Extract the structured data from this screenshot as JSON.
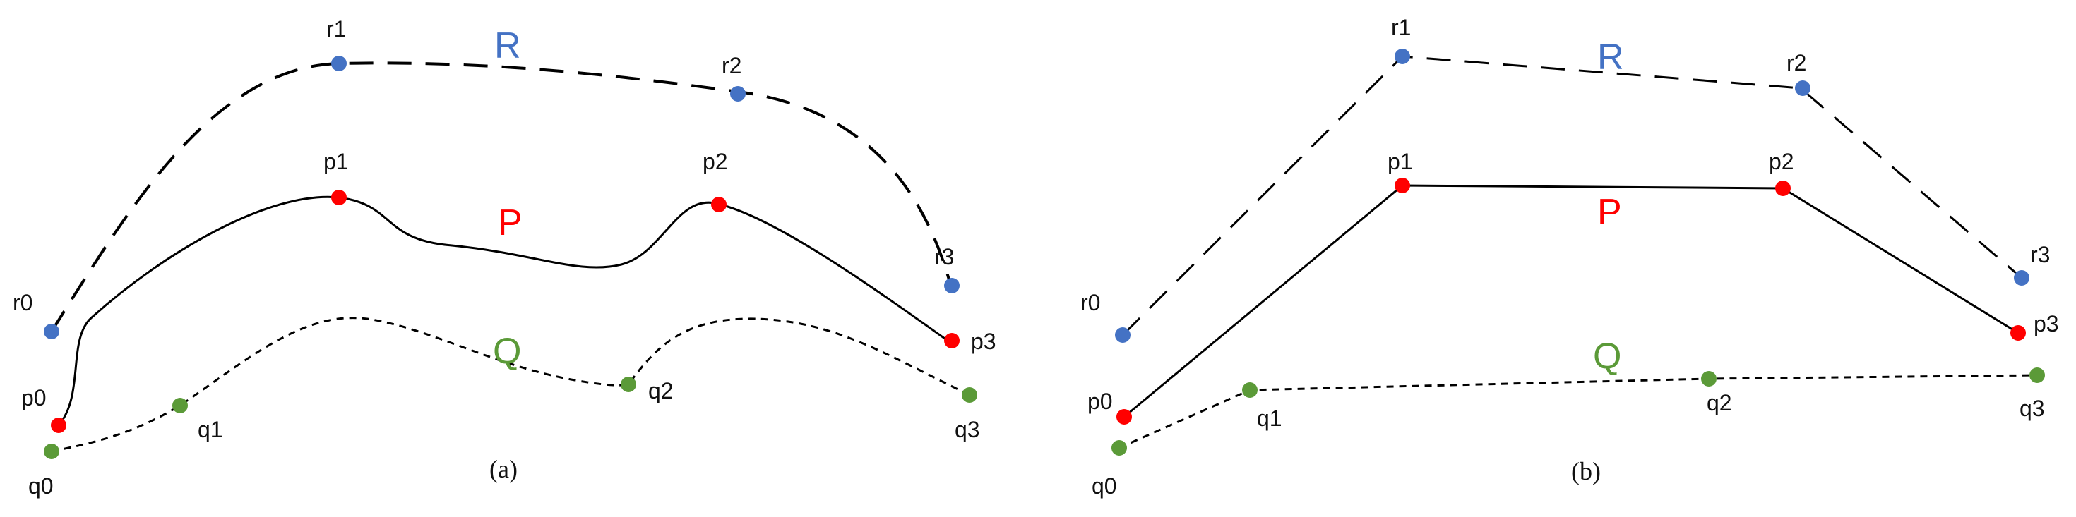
{
  "colors": {
    "r": "#4472c4",
    "p": "#ff0000",
    "q": "#5b9a38",
    "line": "#000000"
  },
  "panels": [
    {
      "id": "a",
      "caption": "(a)",
      "curve_labels": {
        "R": "R",
        "P": "P",
        "Q": "Q"
      },
      "points": {
        "r": [
          "r0",
          "r1",
          "r2",
          "r3"
        ],
        "p": [
          "p0",
          "p1",
          "p2",
          "p3"
        ],
        "q": [
          "q0",
          "q1",
          "q2",
          "q3"
        ]
      }
    },
    {
      "id": "b",
      "caption": "(b)",
      "curve_labels": {
        "R": "R",
        "P": "P",
        "Q": "Q"
      },
      "points": {
        "r": [
          "r0",
          "r1",
          "r2",
          "r3"
        ],
        "p": [
          "p0",
          "p1",
          "p2",
          "p3"
        ],
        "q": [
          "q0",
          "q1",
          "q2",
          "q3"
        ]
      }
    }
  ]
}
